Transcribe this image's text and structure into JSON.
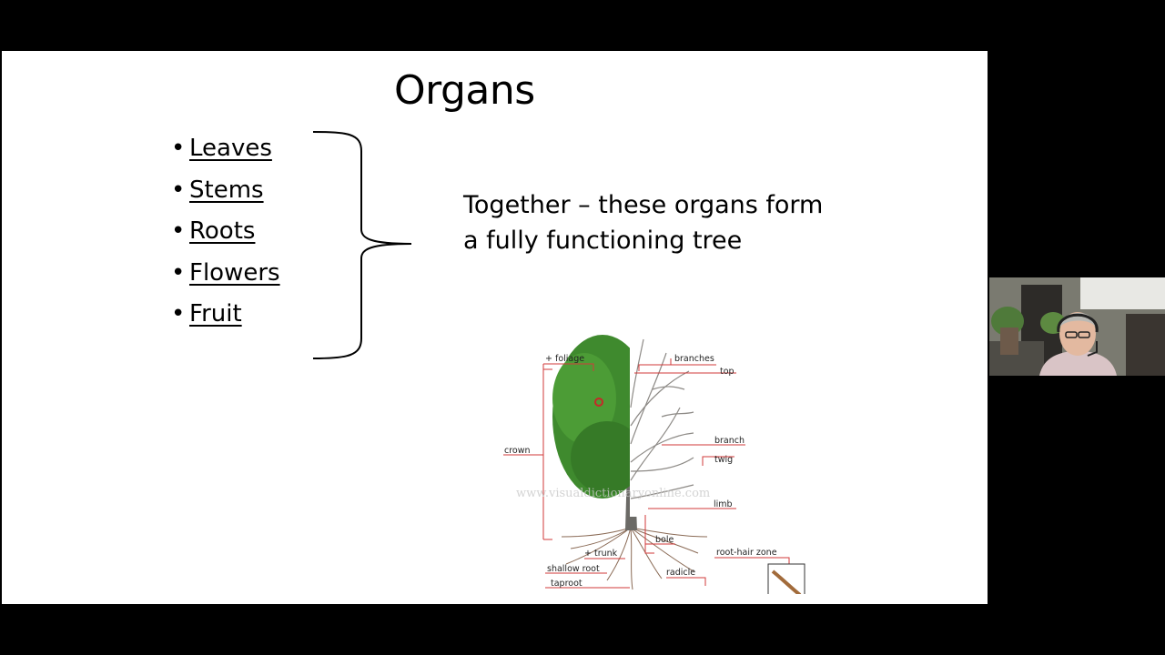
{
  "slide": {
    "title": "Organs",
    "bullets": [
      {
        "bullet": "•",
        "label": "Leaves"
      },
      {
        "bullet": "•",
        "label": "Stems"
      },
      {
        "bullet": "•",
        "label": "Roots"
      },
      {
        "bullet": "•",
        "label": "Flowers"
      },
      {
        "bullet": "•",
        "label": "Fruit"
      }
    ],
    "together_line1": "Together – these organs form",
    "together_line2": "a fully functioning tree"
  },
  "tree_diagram": {
    "labels": {
      "foliage": "+ foliage",
      "branches": "branches",
      "top": "top",
      "crown": "crown",
      "branch": "branch",
      "twig": "twig",
      "limb": "limb",
      "bole": "bole",
      "trunk": "+ trunk",
      "shallow_root": "shallow root",
      "taproot": "taproot",
      "radicle": "radicle",
      "root_hair_zone": "root-hair zone"
    },
    "watermark": "www.visualdictionaryonline.com",
    "leader_color": "#d23a3a",
    "foliage_color": "#3f8a2e"
  },
  "webcam": {
    "icon": "presenter-video-thumbnail"
  }
}
